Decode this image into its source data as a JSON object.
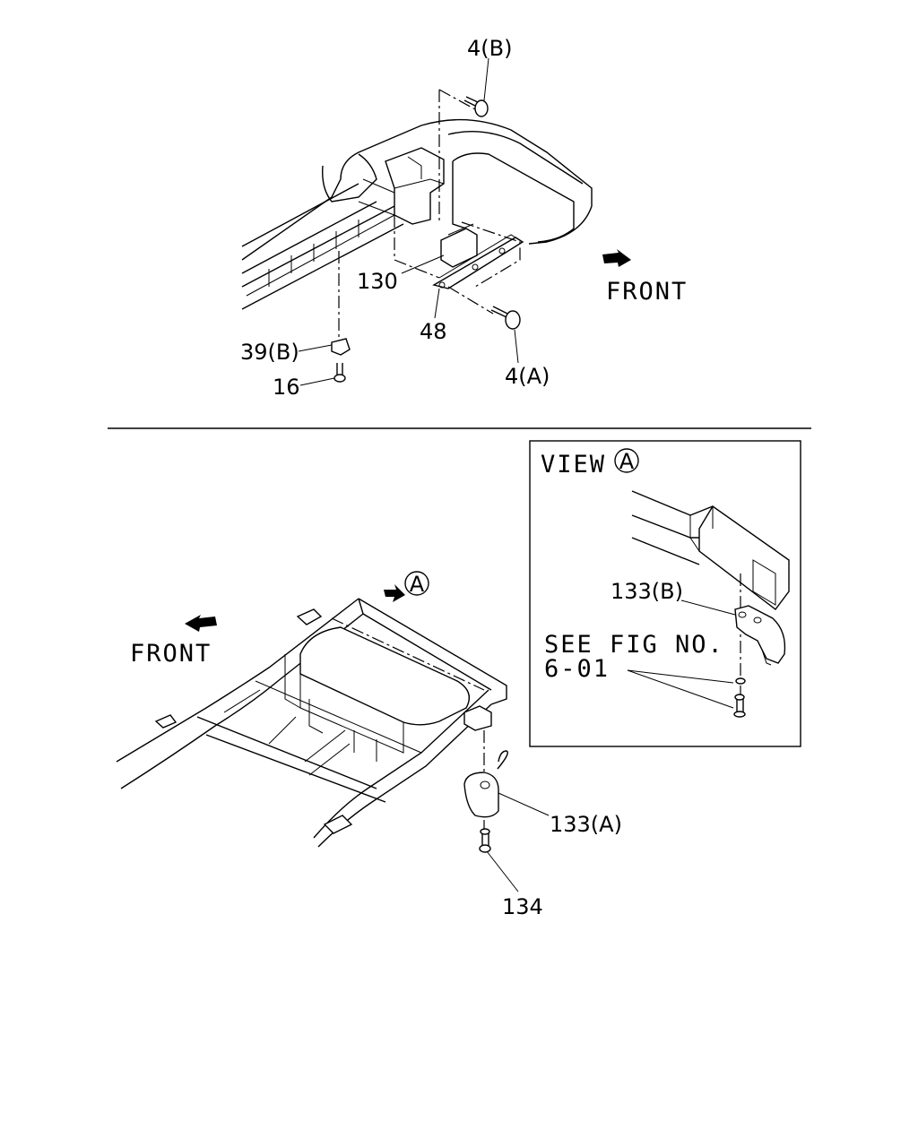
{
  "top_view": {
    "front_label": "FRONT",
    "callouts": {
      "bolt_upper": "4(B)",
      "bracket_130": "130",
      "clip_48": "48",
      "bolt_lower": "4(A)",
      "nut_39": "39(B)",
      "bolt_16": "16"
    }
  },
  "bottom_view": {
    "front_label": "FRONT",
    "view_marker": "A",
    "callouts": {
      "hook_133a": "133(A)",
      "bolt_134": "134"
    }
  },
  "detail_view": {
    "title": "VIEW",
    "marker": "A",
    "callout_133b": "133(B)",
    "note_line1": "SEE FIG NO.",
    "note_line2": "6-01"
  }
}
